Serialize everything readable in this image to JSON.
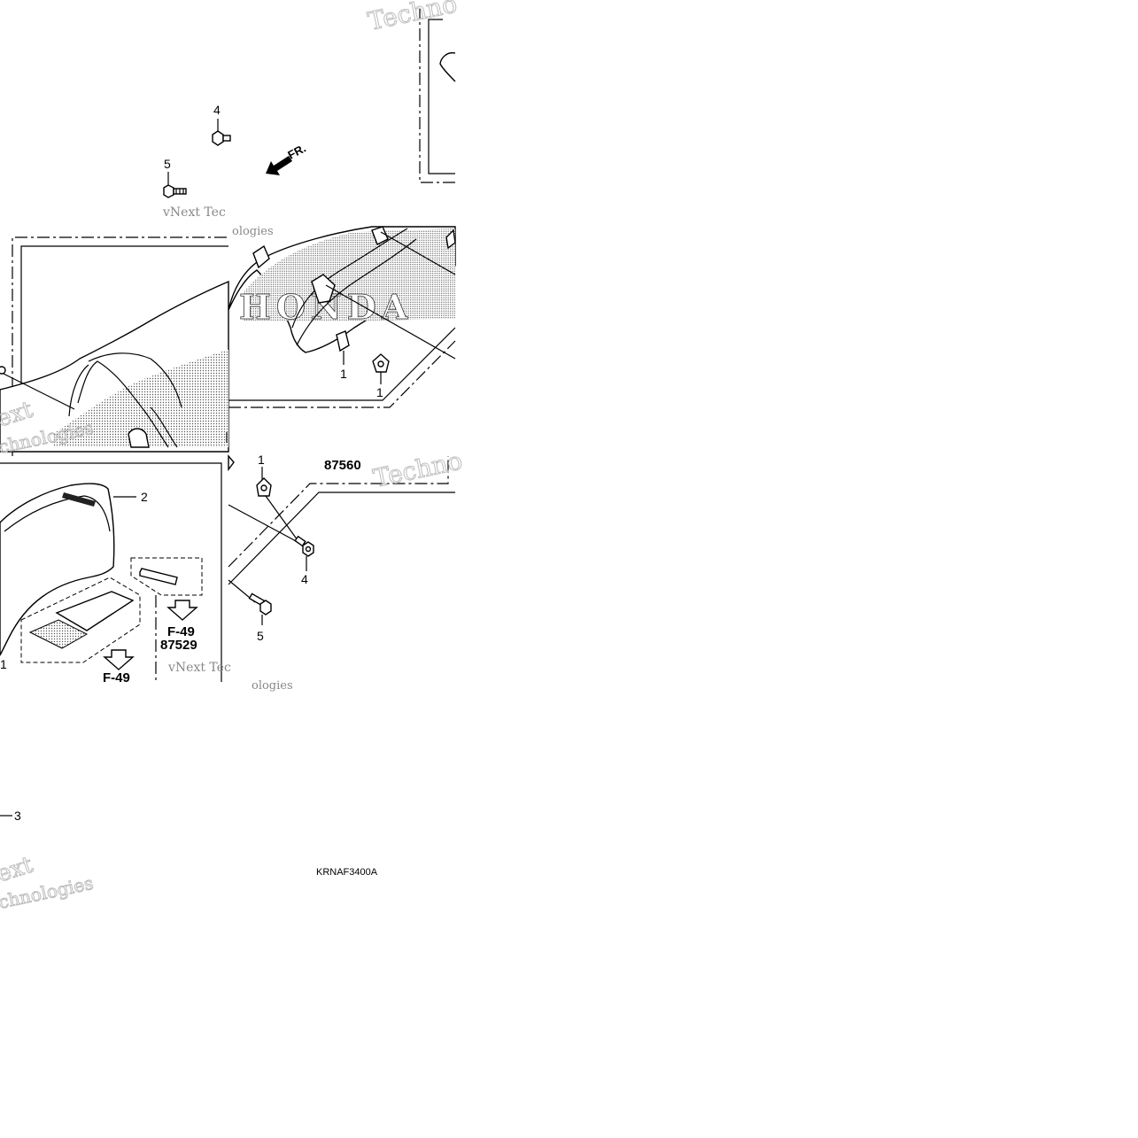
{
  "diagram": {
    "callouts": {
      "c4_top": "4",
      "c5_top": "5",
      "c1_a": "1",
      "c1_b": "1",
      "c2": "2",
      "c1_c": "1",
      "c4_bottom": "4",
      "c5_bottom": "5",
      "c1_left": "1",
      "c3": "3"
    },
    "references": {
      "ref_87560": "87560",
      "ref_f49_a": "F-49",
      "ref_87529": "87529",
      "ref_f49_b": "F-49"
    },
    "direction_label": "FR.",
    "drawing_code": "KRNAF3400A",
    "watermarks": {
      "w_techno_top": "Techno",
      "w_vnext_a": "vNext Tec",
      "w_ologies_a": "ologies",
      "w_ext_a": "ext",
      "w_technologies_a": "chnologies",
      "w_techno_mid": "Techno",
      "w_vnext_b": "vNext Tec",
      "w_ologies_b": "ologies",
      "w_ext_b": "ext",
      "w_technologies_b": "chnologies"
    },
    "logo_text": "HONDA"
  }
}
